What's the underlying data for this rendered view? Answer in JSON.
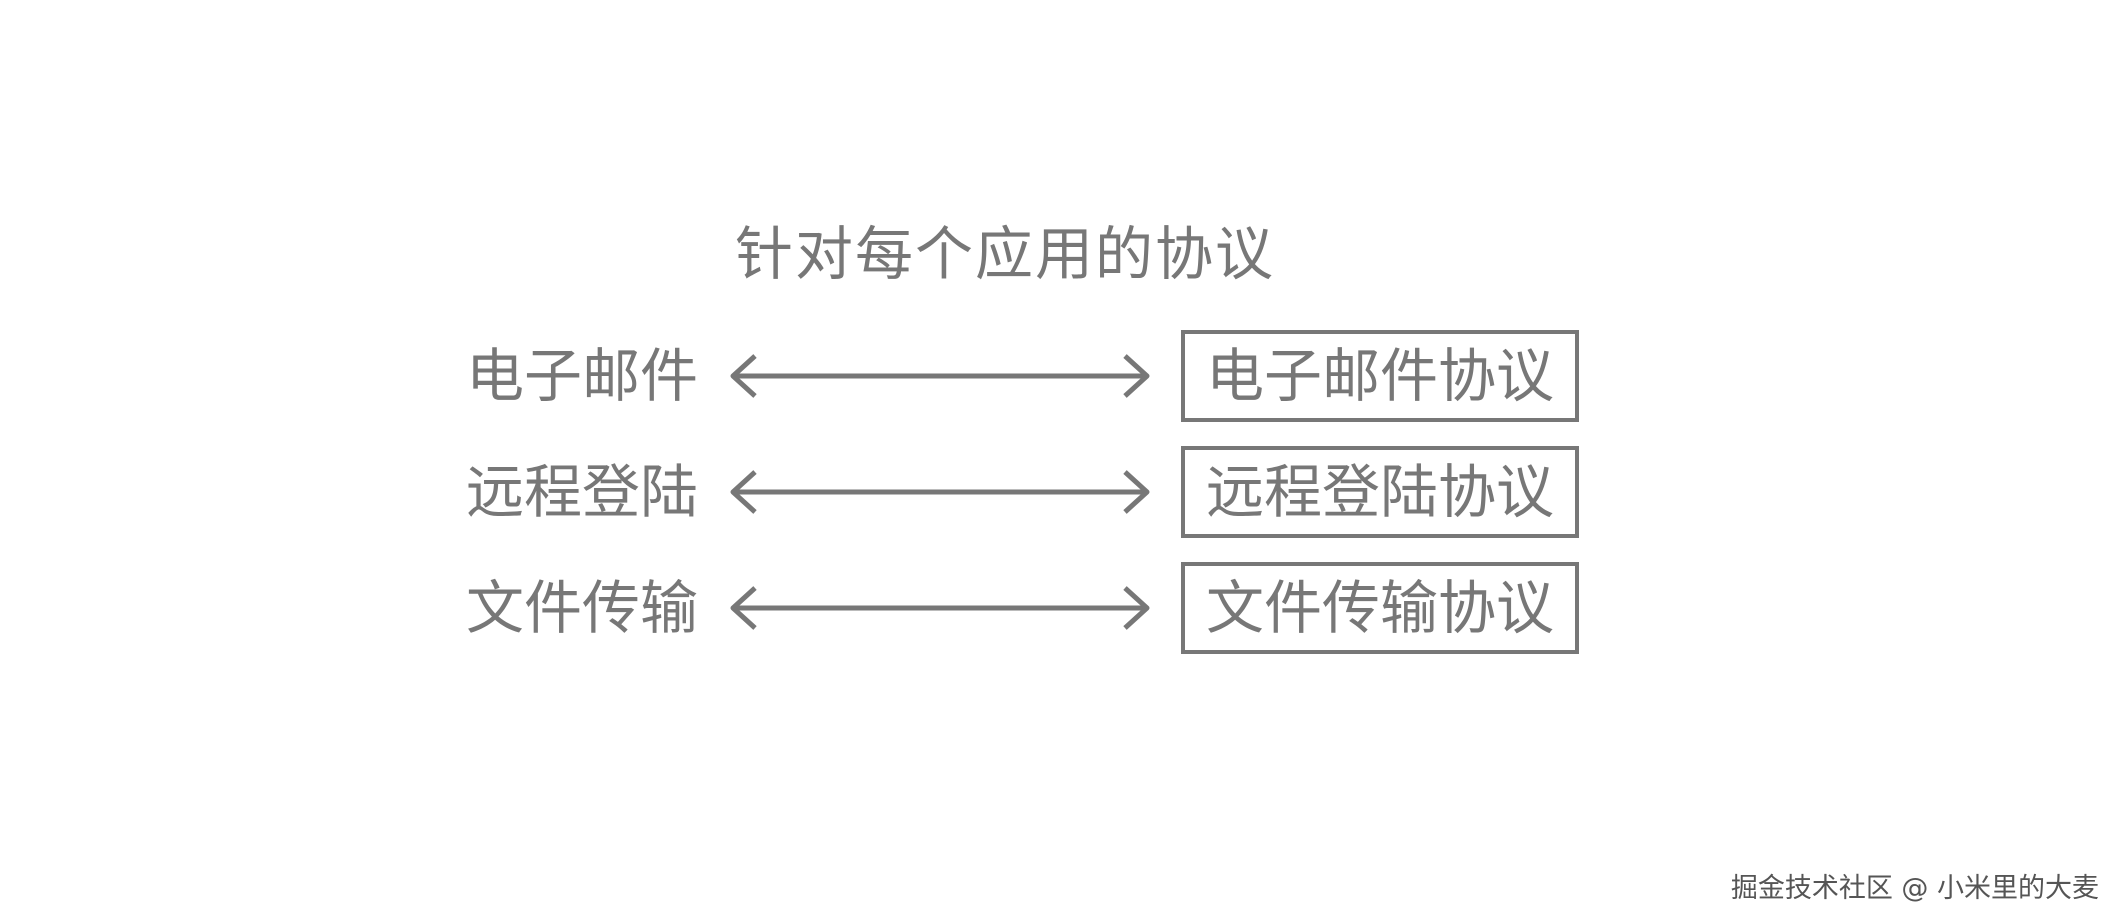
{
  "title": "针对每个应用的协议",
  "rows": [
    {
      "app": "电子邮件",
      "protocol": "电子邮件协议"
    },
    {
      "app": "远程登陆",
      "protocol": "远程登陆协议"
    },
    {
      "app": "文件传输",
      "protocol": "文件传输协议"
    }
  ],
  "watermark": "掘金技术社区 @ 小米里的大麦",
  "colors": {
    "line": "#777777",
    "text": "#777777",
    "background": "#ffffff"
  }
}
